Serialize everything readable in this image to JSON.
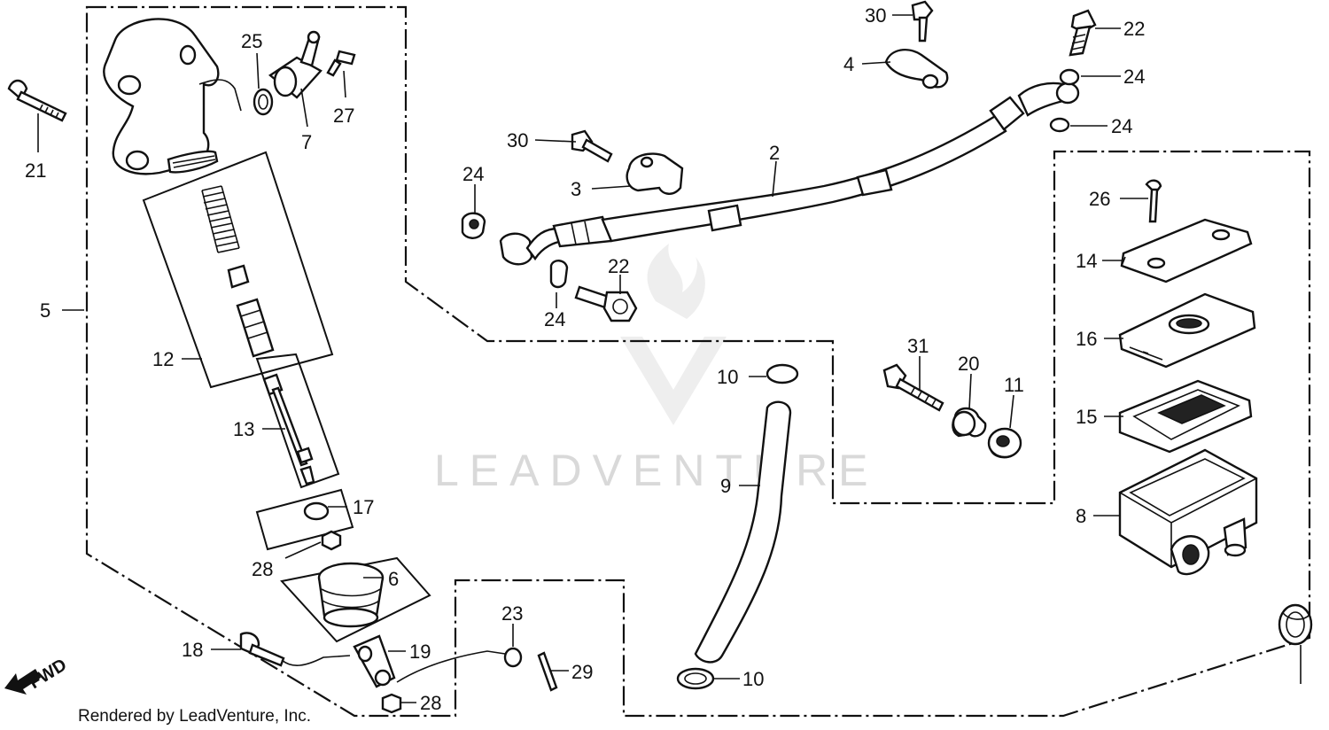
{
  "labels": {
    "p2": "2",
    "p3": "3",
    "p4": "4",
    "p5": "5",
    "p6": "6",
    "p7": "7",
    "p8": "8",
    "p9": "9",
    "p10a": "10",
    "p10b": "10",
    "p11": "11",
    "p12": "12",
    "p13": "13",
    "p14": "14",
    "p15": "15",
    "p16": "16",
    "p17": "17",
    "p18": "18",
    "p19": "19",
    "p20": "20",
    "p21": "21",
    "p22a": "22",
    "p22b": "22",
    "p23": "23",
    "p24a": "24",
    "p24b": "24",
    "p24c": "24",
    "p24d": "24",
    "p25": "25",
    "p26": "26",
    "p27": "27",
    "p28a": "28",
    "p28b": "28",
    "p29": "29",
    "p30a": "30",
    "p30b": "30",
    "p31": "31"
  },
  "fwd_label": "FWD",
  "credit": "Rendered by LeadVenture, Inc.",
  "watermark": "LEADVENTURE"
}
